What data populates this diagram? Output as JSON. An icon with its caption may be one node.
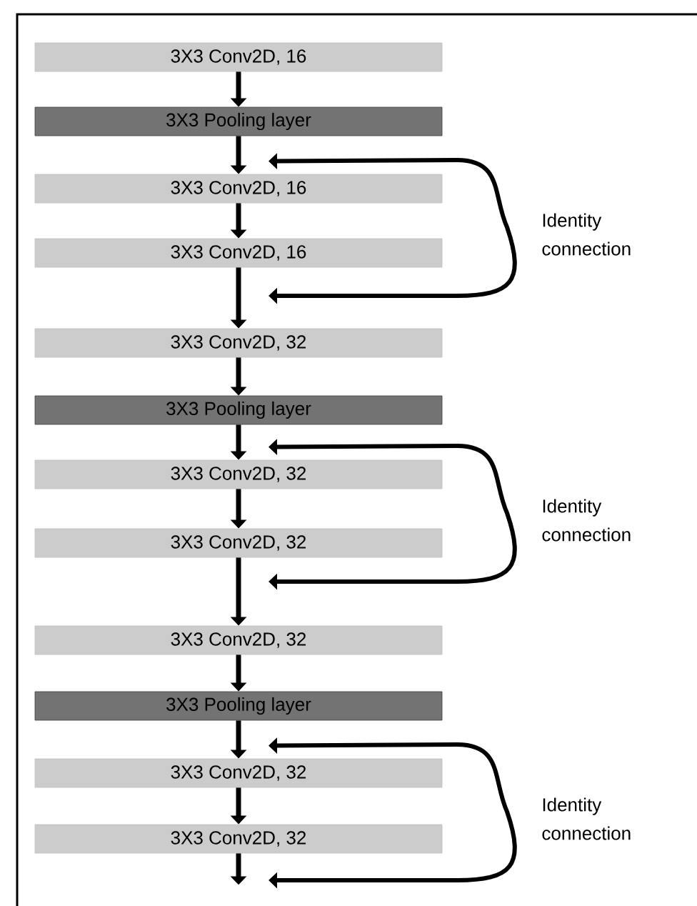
{
  "diagram": {
    "nodes": [
      {
        "text": [
          "3X3 Conv2D, 16"
        ]
      },
      {
        "text": [
          "3X3 Pooling layer"
        ]
      },
      {
        "text": [
          "3X3 Conv2D, 16"
        ]
      },
      {
        "text": [
          "3X3 Conv2D, 16"
        ]
      },
      {
        "text": [
          "3X3 Conv2D, 32"
        ]
      },
      {
        "text": [
          "3X3 Pooling layer"
        ]
      },
      {
        "text": [
          "3X3 Conv2D, 32"
        ]
      },
      {
        "text": [
          "3X3 Conv2D, 32"
        ]
      },
      {
        "text": [
          "3X3 Conv2D, 32"
        ]
      },
      {
        "text": [
          "3X3 Pooling layer"
        ]
      },
      {
        "text": [
          "3X3 Conv2D, 32"
        ]
      },
      {
        "text": [
          "3X3 Conv2D, 32"
        ]
      }
    ],
    "edges": [
      {
        "from": 0,
        "to": 1,
        "arrow": "to"
      },
      {
        "from": 1,
        "to": 2,
        "arrow": "to"
      },
      {
        "from": 2,
        "to": 3,
        "arrow": "to"
      },
      {
        "from": 3,
        "to": 4,
        "arrow": "to"
      },
      {
        "from": 4,
        "to": 5,
        "arrow": "to"
      },
      {
        "from": 5,
        "to": 6,
        "arrow": "to"
      },
      {
        "from": 6,
        "to": 7,
        "arrow": "to"
      },
      {
        "from": 7,
        "to": 8,
        "arrow": "to"
      },
      {
        "from": 8,
        "to": 9,
        "arrow": "to"
      },
      {
        "from": 9,
        "to": 10,
        "arrow": "to"
      },
      {
        "from": 10,
        "to": 11,
        "arrow": "to"
      },
      {
        "from": 11,
        "to": null,
        "arrow": "to"
      },
      {
        "from": null,
        "to": 2,
        "arrow": "both",
        "label": "Identity connection"
      },
      {
        "from": null,
        "to": 6,
        "arrow": "both",
        "label": "Identity connection"
      },
      {
        "from": null,
        "to": 10,
        "arrow": "both",
        "label": "Identity connection"
      }
    ]
  }
}
